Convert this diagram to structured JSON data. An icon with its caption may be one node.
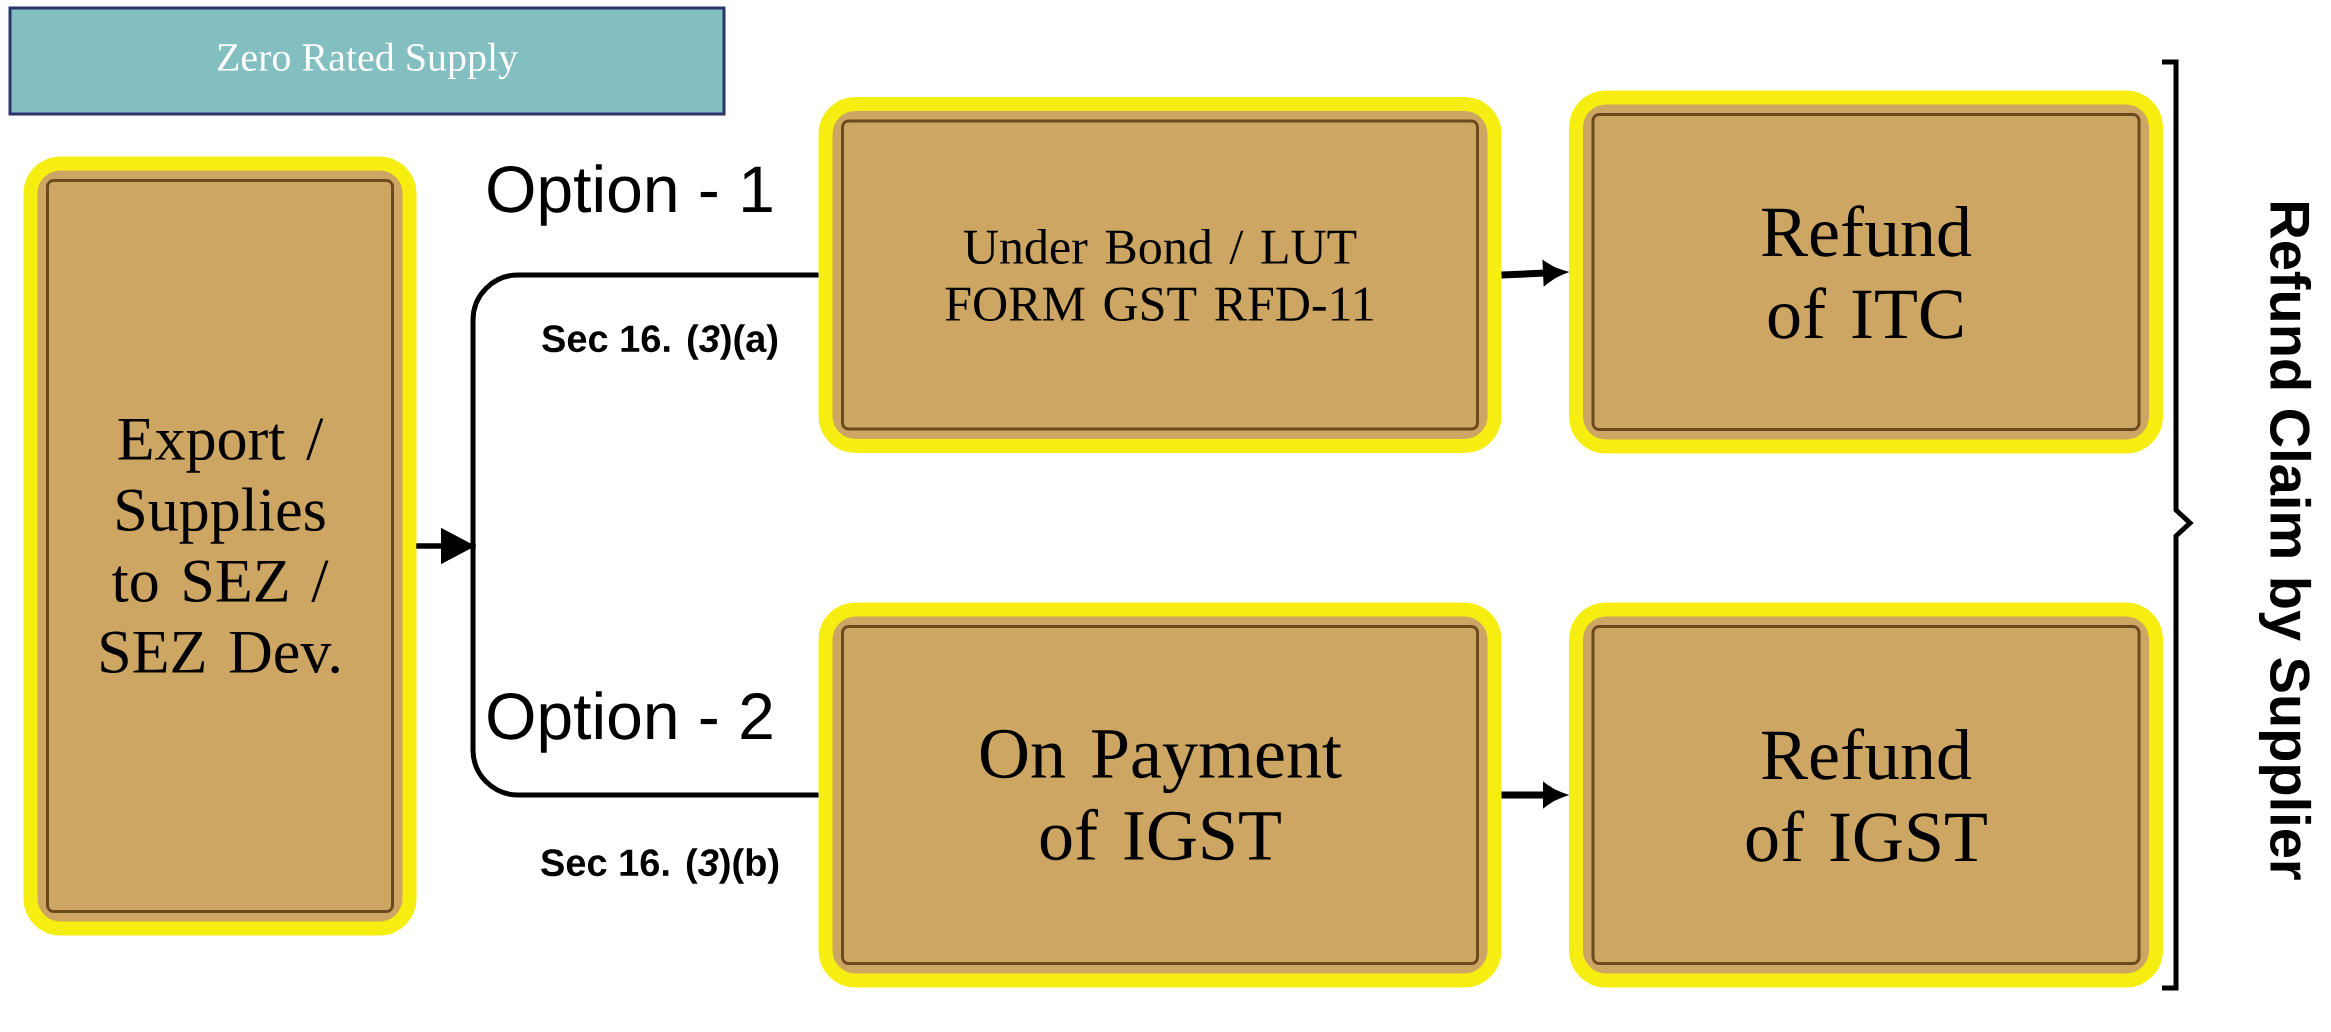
{
  "diagram": {
    "title": "Zero Rated Supply",
    "nodes": [
      {
        "text": [
          "Export / Supplies to SEZ / SEZ Dev."
        ]
      },
      {
        "text": [
          "Under Bond / LUT FORM GST RFD-11"
        ]
      },
      {
        "text": [
          "On Payment of IGST"
        ]
      },
      {
        "text": [
          "Refund of ITC"
        ]
      },
      {
        "text": [
          "Refund of IGST"
        ]
      }
    ],
    "edges": [
      {
        "from": 0,
        "to": 1,
        "arrow": "to",
        "label": "Option - 1"
      },
      {
        "from": 0,
        "to": 2,
        "arrow": "to",
        "label": "Option - 2"
      },
      {
        "from": 1,
        "to": 3,
        "arrow": "to"
      },
      {
        "from": 2,
        "to": 4,
        "arrow": "to"
      }
    ],
    "labels": [
      "Sec 16. (*3*)(a)",
      "Sec 16. (*3*)(b)",
      "Refund Claim by Supplier"
    ]
  }
}
